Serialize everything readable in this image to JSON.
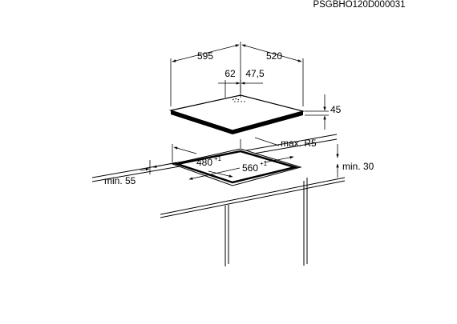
{
  "drawing_code": "PSGBHO120D000031",
  "hob": {
    "width": "595",
    "depth": "520",
    "burner_offset_a": "62",
    "burner_offset_b": "47,5",
    "height": "45"
  },
  "cutout": {
    "depth": "480",
    "depth_tol": "+1",
    "width": "560",
    "width_tol": "+1",
    "corner_radius": "max. R5",
    "min_distance_side": "min. 55",
    "min_distance_below": "min. 30"
  }
}
